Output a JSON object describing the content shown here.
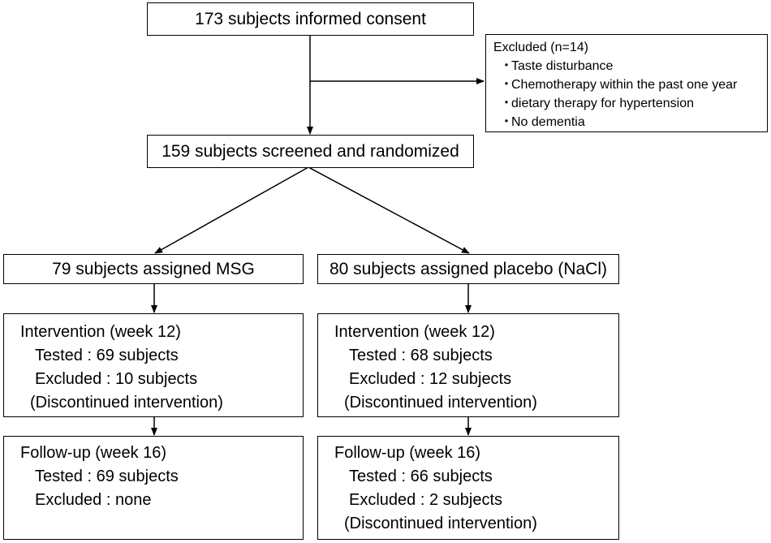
{
  "flow": {
    "consent": "173 subjects informed consent",
    "excluded": {
      "heading": "Excluded (n=14)",
      "bullet": "・",
      "items": [
        "Taste disturbance",
        "Chemotherapy within the past one year",
        "dietary therapy for hypertension",
        "No dementia"
      ]
    },
    "randomized": "159 subjects screened and randomized",
    "msg": {
      "assigned": "79 subjects assigned MSG",
      "intervention": {
        "heading": "Intervention (week 12)",
        "tested": "Tested : 69 subjects",
        "excluded": "Excluded : 10 subjects",
        "note": "(Discontinued intervention)"
      },
      "followup": {
        "heading": "Follow-up (week 16)",
        "tested": "Tested : 69 subjects",
        "excluded": "Excluded : none"
      }
    },
    "placebo": {
      "assigned": "80 subjects assigned placebo (NaCl)",
      "intervention": {
        "heading": "Intervention (week 12)",
        "tested": "Tested : 68 subjects",
        "excluded": "Excluded : 12 subjects",
        "note": "(Discontinued intervention)"
      },
      "followup": {
        "heading": "Follow-up (week 16)",
        "tested": "Tested : 66 subjects",
        "excluded": "Excluded : 2 subjects",
        "note": "(Discontinued intervention)"
      }
    }
  }
}
